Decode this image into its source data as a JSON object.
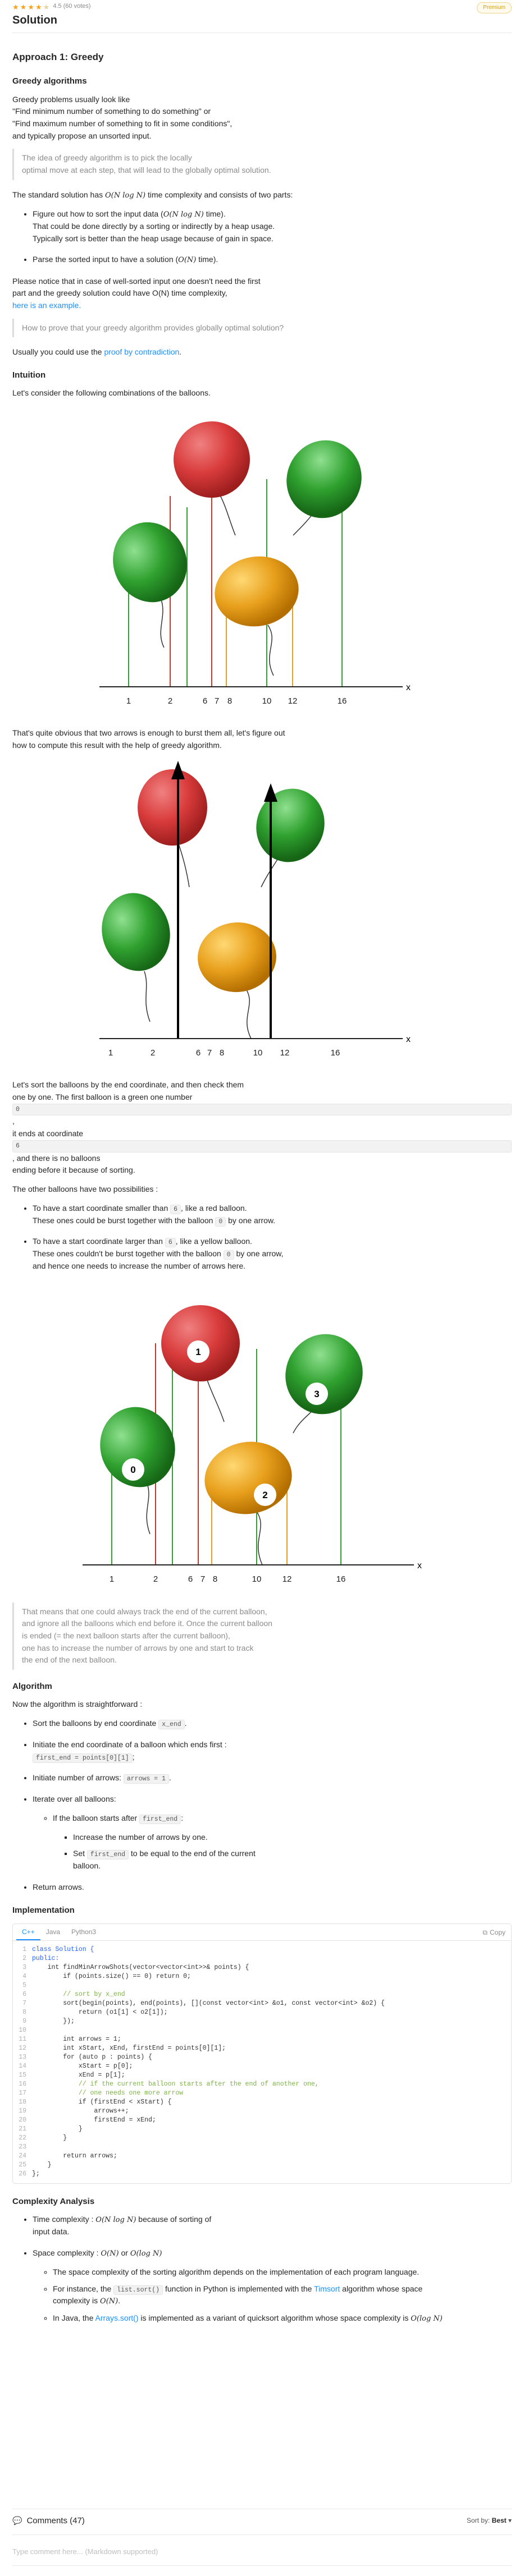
{
  "header": {
    "rating_text": "4.5 (60 votes)",
    "premium": "Premium",
    "title": "Solution"
  },
  "approach": {
    "title": "Approach 1: Greedy",
    "greedy_heading": "Greedy algorithms",
    "intro_lines": [
      "Greedy problems usually look like",
      "\"Find minimum number of something to do something\" or",
      "\"Find maximum number of something to fit in some conditions\",",
      "and typically propose an unsorted input."
    ],
    "quote_lines": [
      "The idea of greedy algorithm is to pick the locally",
      "optimal move at each step, that will lead to the globally optimal solution."
    ],
    "standard_pre": "The standard solution has ",
    "standard_math": "O(N log N)",
    "standard_post": " time complexity and consists of two parts:",
    "parts": [
      {
        "line1_pre": "Figure out how to sort the input data (",
        "line1_math": "O(N log N)",
        "line1_post": " time).",
        "line2": "That could be done directly by a sorting or indirectly by a heap usage.",
        "line3": "Typically sort is better than the heap usage because of gain in space."
      },
      {
        "line1_pre": "Parse the sorted input to have a solution (",
        "line1_math": "O(N)",
        "line1_post": " time)."
      }
    ],
    "notice_lines": [
      "Please notice that in case of well-sorted input one doesn't need the first",
      "part and the greedy solution could have O(N) time complexity,"
    ],
    "notice_link": "here is an example.",
    "proof_question": "How to prove that your greedy algorithm provides globally optimal solution?",
    "proof_pre": "Usually you could use the ",
    "proof_link": "proof by contradiction",
    "proof_post": "."
  },
  "intuition": {
    "heading": "Intuition",
    "p1": "Let's consider the following combinations of the balloons.",
    "p2_lines": [
      "That's quite obvious that two arrows is enough to burst them all, let's figure out",
      "how to compute this result with the help of greedy algorithm."
    ],
    "p3_line1": "Let's sort the balloons by the end coordinate, and then check them",
    "p3_line2_pre": "one by one. The first balloon is a green one number ",
    "p3_code1": "0",
    "p3_line2_post": ",",
    "p3_line3_pre": "it ends at coordinate ",
    "p3_code2": "6",
    "p3_line3_post": ", and there is no balloons",
    "p3_line4": "ending before it because of sorting.",
    "p4": "The other balloons have two possibilities :",
    "possibilities": [
      {
        "line1_pre": "To have a start coordinate smaller than ",
        "line1_code": "6",
        "line1_post": ", like a red balloon.",
        "line2_pre": "These ones could be burst together with the balloon ",
        "line2_code": "0",
        "line2_post": " by one arrow."
      },
      {
        "line1_pre": "To have a start coordinate larger than ",
        "line1_code": "6",
        "line1_post": ", like a yellow balloon.",
        "line2_pre": "These ones couldn't be burst together with the balloon ",
        "line2_code": "0",
        "line2_post": " by one arrow,",
        "line3": "and hence one needs to increase the number of arrows here."
      }
    ],
    "quote2_lines": [
      "That means that one could always track the end of the current balloon,",
      "and ignore all the balloons which end before it. Once the current balloon",
      "is ended (= the next balloon starts after the current balloon),",
      "one has to increase the number of arrows by one and start to track",
      "the end of the next balloon."
    ]
  },
  "figures": {
    "axis_labels": [
      "1",
      "2",
      "6",
      "7",
      "8",
      "10",
      "12",
      "16"
    ],
    "axis_x": "x",
    "balloon_numbers": [
      "0",
      "1",
      "2",
      "3"
    ]
  },
  "algorithm": {
    "heading": "Algorithm",
    "intro": "Now the algorithm is straightforward :",
    "step1_pre": "Sort the balloons by end coordinate ",
    "step1_code": "x_end",
    "step1_post": ".",
    "step2": "Initiate the end coordinate of a balloon which ends first :",
    "step2_code": "first_end = points[0][1]",
    "step2_post": ";",
    "step3_pre": "Initiate number of arrows: ",
    "step3_code": "arrows = 1",
    "step3_post": ".",
    "step4": "Iterate over all balloons:",
    "sub1_pre": "If the balloon starts after ",
    "sub1_code": "first_end",
    "sub1_post": ":",
    "sub2a": "Increase the number of arrows by one.",
    "sub2b_pre": "Set ",
    "sub2b_code": "first_end",
    "sub2b_post": " to be equal to the end of the current",
    "sub2b_line2": "balloon.",
    "step5": "Return arrows."
  },
  "implementation": {
    "heading": "Implementation",
    "tabs": [
      "C++",
      "Java",
      "Python3"
    ],
    "copy": "Copy",
    "code": [
      "class Solution {",
      "public:",
      "    int findMinArrowShots(vector<vector<int>>& points) {",
      "        if (points.size() == 0) return 0;",
      "",
      "        // sort by x_end",
      "        sort(begin(points), end(points), [](const vector<int> &o1, const vector<int> &o2) {",
      "            return (o1[1] < o2[1]);",
      "        });",
      "",
      "        int arrows = 1;",
      "        int xStart, xEnd, firstEnd = points[0][1];",
      "        for (auto p : points) {",
      "            xStart = p[0];",
      "            xEnd = p[1];",
      "            // if the current balloon starts after the end of another one,",
      "            // one needs one more arrow",
      "            if (firstEnd < xStart) {",
      "                arrows++;",
      "                firstEnd = xEnd;",
      "            }",
      "        }",
      "",
      "        return arrows;",
      "    }",
      "};"
    ]
  },
  "complexity": {
    "heading": "Complexity Analysis",
    "time_pre": "Time complexity : ",
    "time_math": "O(N log N)",
    "time_post": " because of sorting of",
    "time_line2": "input data.",
    "space_pre": "Space complexity : ",
    "space_math1": "O(N)",
    "space_mid": " or ",
    "space_math2": "O(log N)",
    "space_sub1": "The space complexity of the sorting algorithm depends on the implementation of each program language.",
    "space_sub2_pre": "For instance, the ",
    "space_sub2_code": "list.sort()",
    "space_sub2_mid": " function in Python is implemented with the ",
    "space_sub2_link": "Timsort",
    "space_sub2_post": " algorithm whose space",
    "space_sub2_line2_pre": "complexity is ",
    "space_sub2_line2_math": "O(N)",
    "space_sub2_line2_post": ".",
    "space_sub3_pre": "In Java, the ",
    "space_sub3_link": "Arrays.sort()",
    "space_sub3_post": " is implemented as a variant of quicksort algorithm whose space complexity is ",
    "space_sub3_math": "O(log N)"
  },
  "comments": {
    "title": "Comments (47)",
    "sort_label": "Sort by:",
    "sort_value": "Best",
    "input_placeholder": "Type comment here... (Markdown supported)"
  },
  "colors": {
    "accent": "#1890ff",
    "star": "#ffa116",
    "red_balloon": "#d93b3b",
    "green_balloon": "#2fa12f",
    "yellow_balloon": "#e8a01c"
  }
}
